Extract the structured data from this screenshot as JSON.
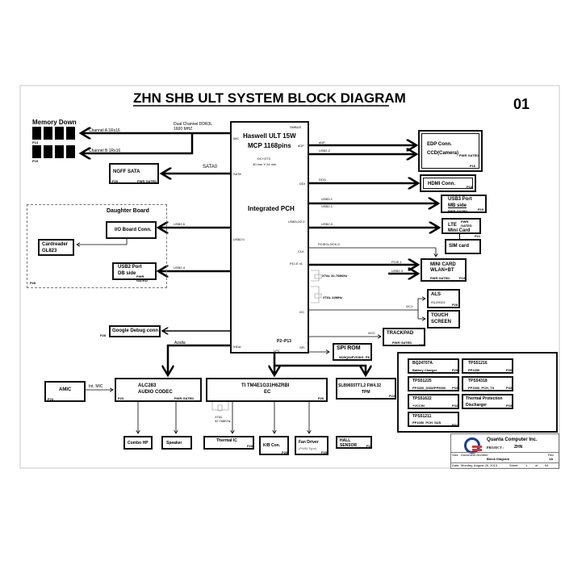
{
  "title": "ZHN SHB ULT SYSTEM BLOCK DIAGRAM",
  "page_number": "01",
  "memory": {
    "label": "Memory Down",
    "channel_a": "Channel A 1Rx16",
    "channel_b": "Channel B 1Rx16",
    "bus": "Dual Channel DDR3L",
    "speed": "1600 MHZ",
    "page_a": "P14",
    "page_b": "P15"
  },
  "pch": {
    "title1": "Haswell ULT 15W",
    "title2": "MCP 1168pins",
    "spec1": "DC+GT3",
    "spec2": "40 mm X 24 mm",
    "name": "Integrated  PCH",
    "pages": "P2~P13",
    "pins": {
      "smbus": "SMBUS",
      "imc": "IMC",
      "sata": "SATA",
      "edp": "eDP",
      "ddi": "DDI",
      "usb3": "USB3.0/2.0",
      "usb2": "USB2.0",
      "clk": "CLK",
      "pcie": "PCI-E x1",
      "i2c": "I2C",
      "ihda": "IHDA",
      "lpc": "LPC",
      "spi": "SPI"
    },
    "xtal1": "XTAL 32.768KHz",
    "xtal2": "XTAL 24MHz"
  },
  "signals": {
    "sata0": "SATA0",
    "edp": "eDP",
    "usb2_2": "USB2-2",
    "ddi1": "DDI1",
    "usb3_1": "USB3-1",
    "usb2_1": "USB2-1",
    "usb2_0": "USB2-0",
    "pcieclock": "PCIECLOCK-0",
    "pcie1": "PCIE-1",
    "usb2_3": "USB2-3",
    "i2c1": "I2C1",
    "i2c0": "I2C0",
    "usb2_6": "USB2-6",
    "usb2_4": "USB2-4",
    "azalia": "Azalia",
    "int_mic": "Int. MIC"
  },
  "blocks": {
    "ngff": {
      "label": "NGFF SATA",
      "page": "P20",
      "note": "PWR GATED"
    },
    "daughter": {
      "label": "Daughter Board",
      "page": "P28"
    },
    "io_conn": {
      "label": "I/O Board Conn."
    },
    "cardreader": {
      "line1": "Cardreader",
      "line2": "GL823"
    },
    "usb2_db": {
      "line1": "USB2 Port",
      "line2": "DB side",
      "note": "PWR GATED"
    },
    "edp": {
      "line1": "EDP  Conn.",
      "line2": "CCD(Camera)",
      "note": "PWR GATED",
      "page": "P16"
    },
    "hdmi": {
      "label": "HDMI Conn.",
      "page": "P18"
    },
    "usb3": {
      "line1": "USB3 Port",
      "line2": "MB side",
      "note": "PWR GATED",
      "page": "P19"
    },
    "lte": {
      "line1": "LTE",
      "line2": "Mini Card",
      "note": "PWR GATED",
      "page": "P21"
    },
    "sim": {
      "label": "SIM card"
    },
    "minicard": {
      "line1": "MINI CARD",
      "line2": "WLAN+BT",
      "note": "PWR GATED",
      "page": "P19"
    },
    "als": {
      "label": "ALS",
      "part": "ISL29023",
      "page": "P28"
    },
    "touch": {
      "line1": "TOUCH",
      "line2": "SCREEN"
    },
    "trackpad": {
      "label": "TRACKPAD",
      "note": "PWR GATED",
      "page": "P25"
    },
    "spirom": {
      "label": "SPI ROM",
      "part": "W25Q64FVSSIG",
      "page": "P8"
    },
    "google": {
      "label": "Google Debug conn",
      "page": "P28"
    },
    "amic": {
      "label": "AMIC",
      "page": "P23"
    },
    "codec": {
      "line1": "ALC283",
      "line2": "AUDIO CODEC",
      "page": "P23",
      "note": "PWR GATED"
    },
    "ec": {
      "line1": "TI TM4E1G31H6ZRBI",
      "line2": "EC",
      "page": "P26",
      "xtal": "XTAL 32.768KHz"
    },
    "tpm": {
      "line1": "SLB9655TT1.2 FW4.32",
      "line2": "TPM",
      "page": "P22"
    },
    "combo": {
      "label": "Combo HP"
    },
    "speaker": {
      "label": "Speaker"
    },
    "thermal": {
      "label": "Thermal IC",
      "page": "P28"
    },
    "kb": {
      "label": "K/B Con.",
      "page": "P25"
    },
    "fan": {
      "label": "Fan Driver",
      "sub": "(PWM Type)",
      "page": "P25"
    },
    "hall": {
      "line1": "HALL",
      "line2": "SENSOR",
      "page": "P27"
    }
  },
  "power": [
    {
      "name": "BQ24707A",
      "desc": "Battery Charger",
      "page": "P29"
    },
    {
      "name": "TPS51216",
      "desc": "PP1350",
      "page": "P30"
    },
    {
      "name": "TPS51225",
      "desc": "PP3300_DSW/PP5000",
      "page": "P34"
    },
    {
      "name": "TPS54318",
      "desc": "PP1500_PCH_TS",
      "page": "P33"
    },
    {
      "name": "TPS51622",
      "desc": "+VCCIN",
      "page": "P32"
    },
    {
      "name": "Thermal Protection",
      "desc": "Discharger",
      "page": "P33"
    },
    {
      "name": "TPS51211",
      "desc": "PP1050_PCH_SUS",
      "page": "P31"
    }
  ],
  "titleblock": {
    "company": "Quanta Computer Inc.",
    "project_label": "PROJECT  :",
    "project": "ZHN",
    "size": "Size",
    "docnum": "Document Number",
    "doc": "Block Diagram",
    "rev": "Rev",
    "rev_val": "1A",
    "date_label": "Date:",
    "date": "Monday, August 26, 2013",
    "sheet": "Sheet",
    "sheet_num": "1",
    "of": "of",
    "total": "54"
  }
}
